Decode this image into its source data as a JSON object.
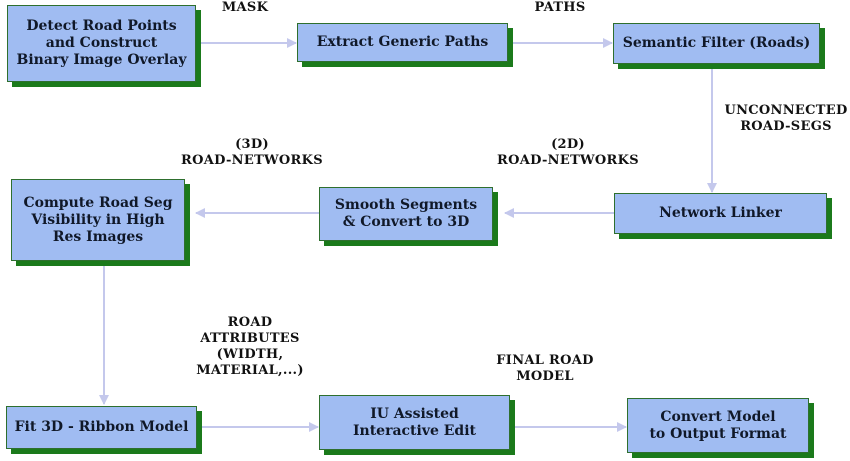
{
  "boxes": {
    "detect": "Detect Road Points\nand Construct\nBinary Image Overlay",
    "extract": "Extract Generic Paths",
    "semantic": "Semantic Filter (Roads)",
    "linker": "Network Linker",
    "smooth": "Smooth Segments\n& Convert to 3D",
    "visibility": "Compute Road Seg\nVisibility in High\nRes Images",
    "ribbon": "Fit 3D - Ribbon Model",
    "iu_edit": "IU Assisted\nInteractive Edit",
    "convert": "Convert Model\nto Output Format"
  },
  "labels": {
    "mask": "MASK",
    "paths": "PATHS",
    "unconnected": "UNCONNECTED\nROAD-SEGS",
    "networks_2d": "(2D)\nROAD-NETWORKS",
    "networks_3d": "(3D)\nROAD-NETWORKS",
    "attributes": "ROAD\nATTRIBUTES\n(WIDTH,\nMATERIAL,...)",
    "final_model": "FINAL ROAD\nMODEL"
  },
  "colors": {
    "box_fill": "#a0bcf2",
    "box_shadow": "#1b7a1b",
    "arrow": "#c4c8ec"
  }
}
